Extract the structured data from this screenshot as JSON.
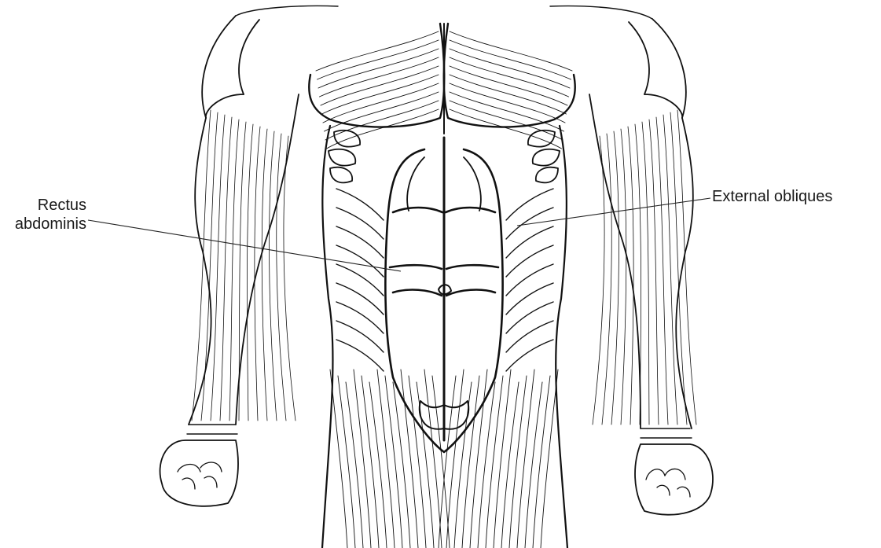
{
  "labels": {
    "rectus_line1": "Rectus",
    "rectus_line2": "abdominis",
    "obliques": "External obliques"
  }
}
